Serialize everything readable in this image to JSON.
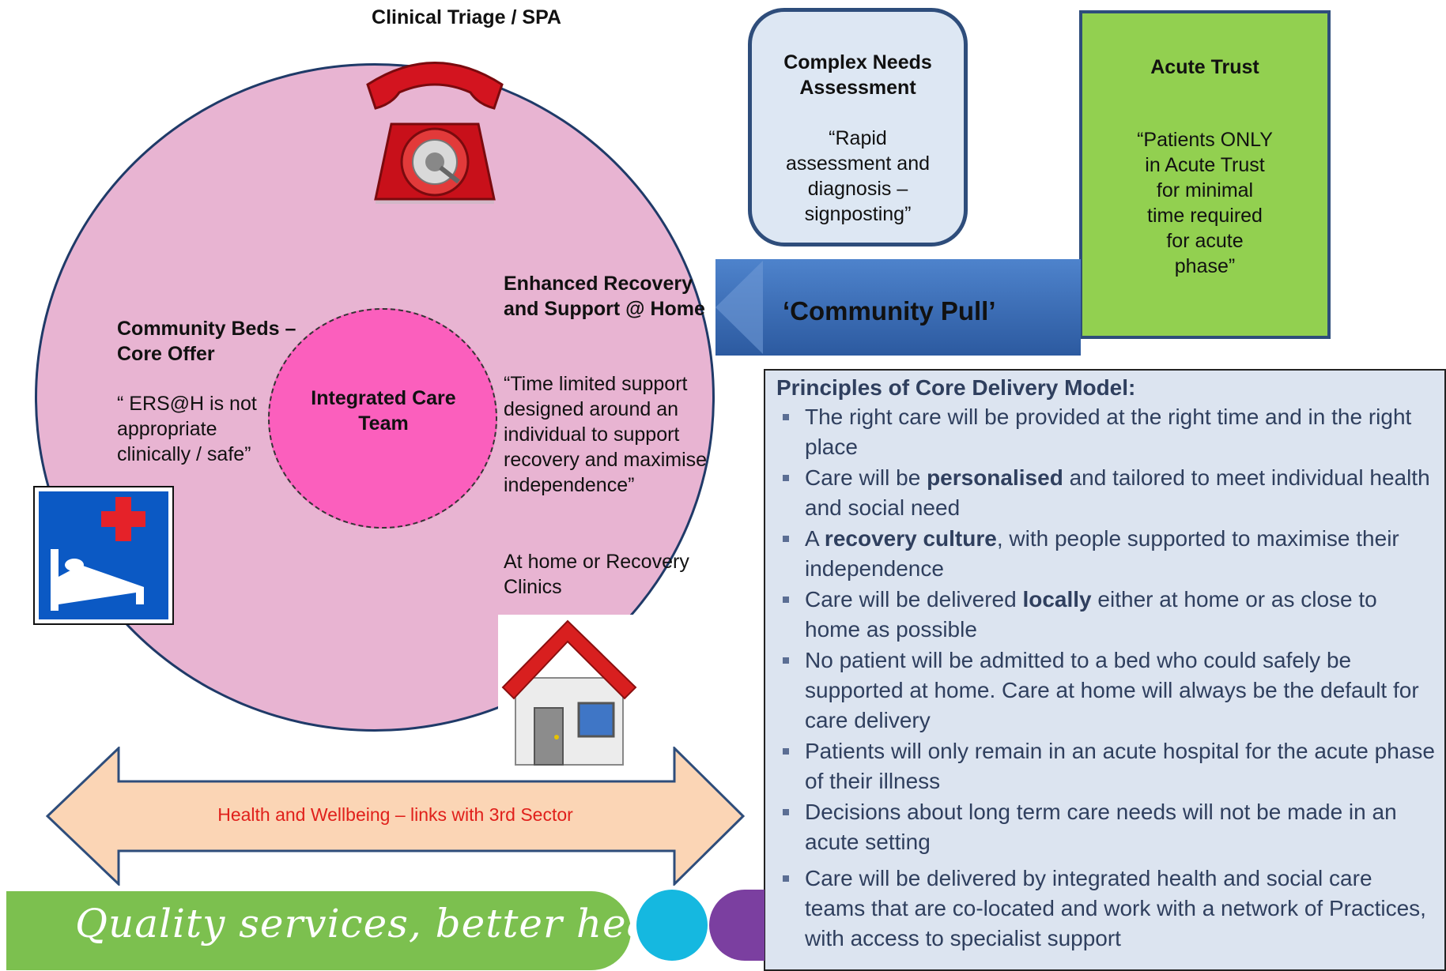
{
  "top": {
    "title": "Clinical Triage / SPA"
  },
  "icons": {
    "phone": "telephone-icon",
    "bed": "hospital-bed-icon",
    "house": "house-icon"
  },
  "inner": {
    "title": "Integrated Care Team"
  },
  "beds": {
    "title": "Community Beds – Core Offer",
    "quote": "“ ERS@H is not appropriate clinically / safe”"
  },
  "ers": {
    "title": "Enhanced Recovery and Support @ Home",
    "quote": "“Time limited support designed around an individual to support recovery and maximise independence”",
    "location": "At home or Recovery Clinics"
  },
  "complex": {
    "title": "Complex Needs Assessment",
    "quote": "“Rapid assessment and diagnosis – signposting”"
  },
  "acute": {
    "title": "Acute Trust",
    "quote": "“Patients ONLY in Acute Trust for minimal time required for acute phase”"
  },
  "pull": {
    "label": "‘Community Pull’"
  },
  "arrow": {
    "label": "Health and Wellbeing – links with 3rd Sector"
  },
  "principles": {
    "heading": "Principles of Core Delivery Model:",
    "items": [
      "The right care will be provided at the right time and in the right place",
      "Care will be personalised and tailored to meet individual health and social need",
      "A recovery culture, with people supported to maximise their independence",
      "Care will be delivered locally either at home or as close to home as possible",
      "No patient will be admitted to a bed who could safely be supported at home. Care at home will always be the default for care delivery",
      "Patients will only remain in an acute hospital for the acute phase of their illness",
      "Decisions about long term care needs will not be made in an acute setting",
      "Care will be delivered by integrated health and social care teams that are co-located and work with a network of Practices, with access to specialist support"
    ]
  },
  "footer": {
    "slogan": "Quality services, better health"
  },
  "colors": {
    "circle": "#e8b4d2",
    "inner": "#fb5fbd",
    "acute": "#92d050",
    "pull": "#3b6bb4",
    "arrowFill": "#fbd5b5",
    "arrowText": "#e0201b",
    "principles": "#dce4f0",
    "quality": "#7cc04f",
    "dotCyan": "#15b8e0",
    "dotPurple": "#7b3fa0"
  }
}
